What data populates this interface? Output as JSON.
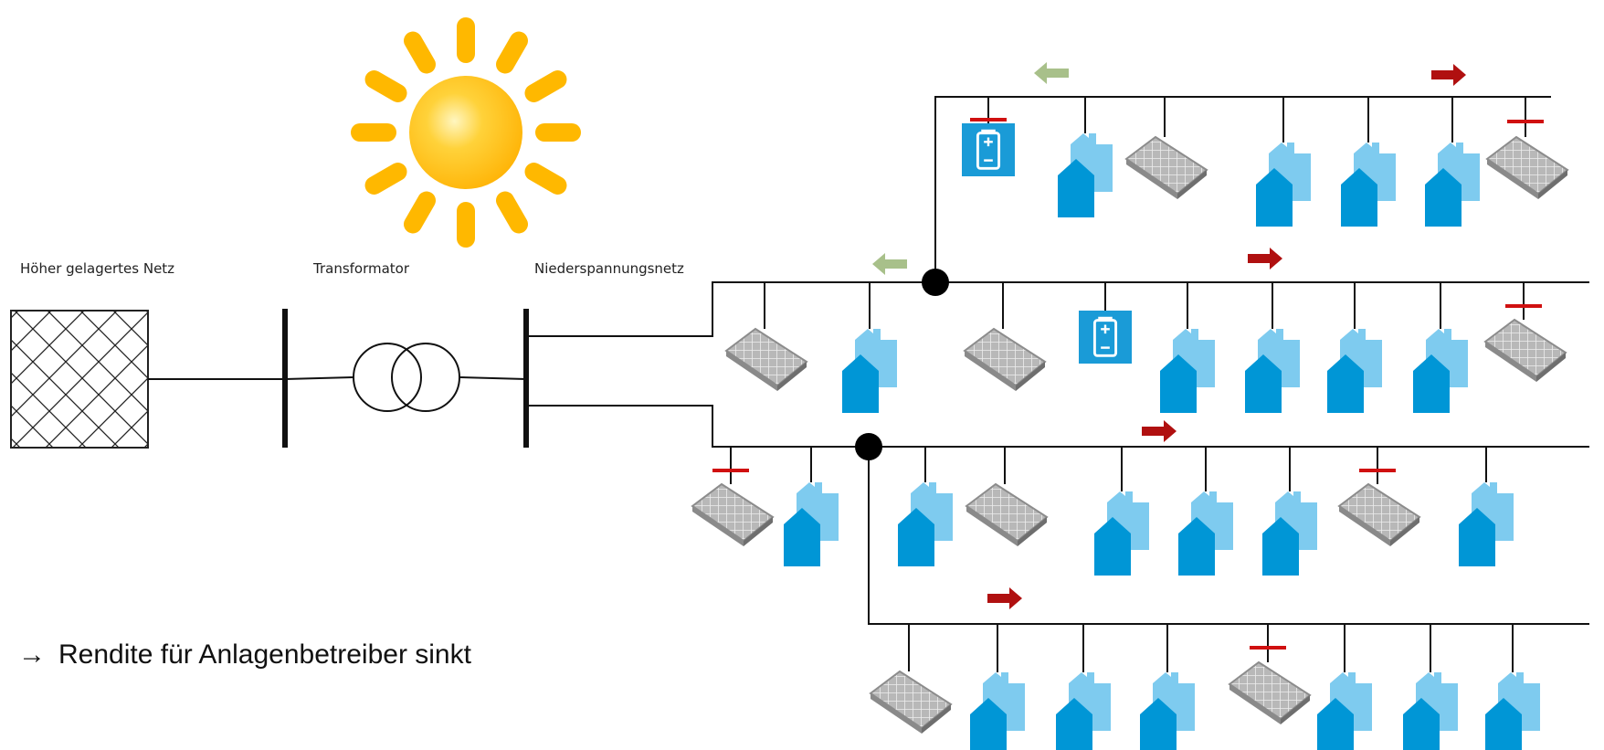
{
  "labels": {
    "higher_grid": "Höher gelagertes Netz",
    "transformer": "Transformator",
    "low_voltage_grid": "Niederspannungsnetz"
  },
  "bullet": {
    "arrow": "→",
    "text": "Rendite für Anlagenbetreiber sinkt"
  },
  "colors": {
    "sun": "#FFB800",
    "house_light": "#6EC6EE",
    "house_dark": "#0096D6",
    "battery": "#1A9BD7",
    "curtail_bar": "#D01010",
    "arrow_back": "#A8C08A",
    "arrow_forward": "#B01010",
    "line": "#111111",
    "pv_panel": "#9A9A9A"
  },
  "feeders": [
    {
      "name": "top-feeder",
      "arrow_backflow": true,
      "arrow_forward": true,
      "devices": [
        "battery",
        "house",
        "pv",
        "house",
        "house",
        "house",
        "pv"
      ],
      "curtailed": [
        true,
        false,
        false,
        false,
        false,
        false,
        true
      ]
    },
    {
      "name": "main-feeder",
      "arrow_backflow": true,
      "arrow_forward": true,
      "devices": [
        "pv",
        "house",
        "pv",
        "battery",
        "house",
        "house",
        "house",
        "house",
        "pv"
      ],
      "curtailed": [
        false,
        false,
        false,
        false,
        false,
        false,
        false,
        false,
        true
      ]
    },
    {
      "name": "lower-feeder",
      "arrow_backflow": false,
      "arrow_forward": true,
      "devices": [
        "pv",
        "house",
        "house",
        "pv",
        "house",
        "house",
        "house",
        "pv",
        "house"
      ],
      "curtailed": [
        true,
        false,
        false,
        false,
        false,
        false,
        false,
        true,
        false
      ]
    },
    {
      "name": "bottom-feeder",
      "arrow_backflow": false,
      "arrow_forward": true,
      "devices": [
        "pv",
        "house",
        "house",
        "house",
        "pv",
        "house",
        "house",
        "house"
      ],
      "curtailed": [
        false,
        false,
        false,
        false,
        true,
        false,
        false,
        false
      ]
    }
  ]
}
